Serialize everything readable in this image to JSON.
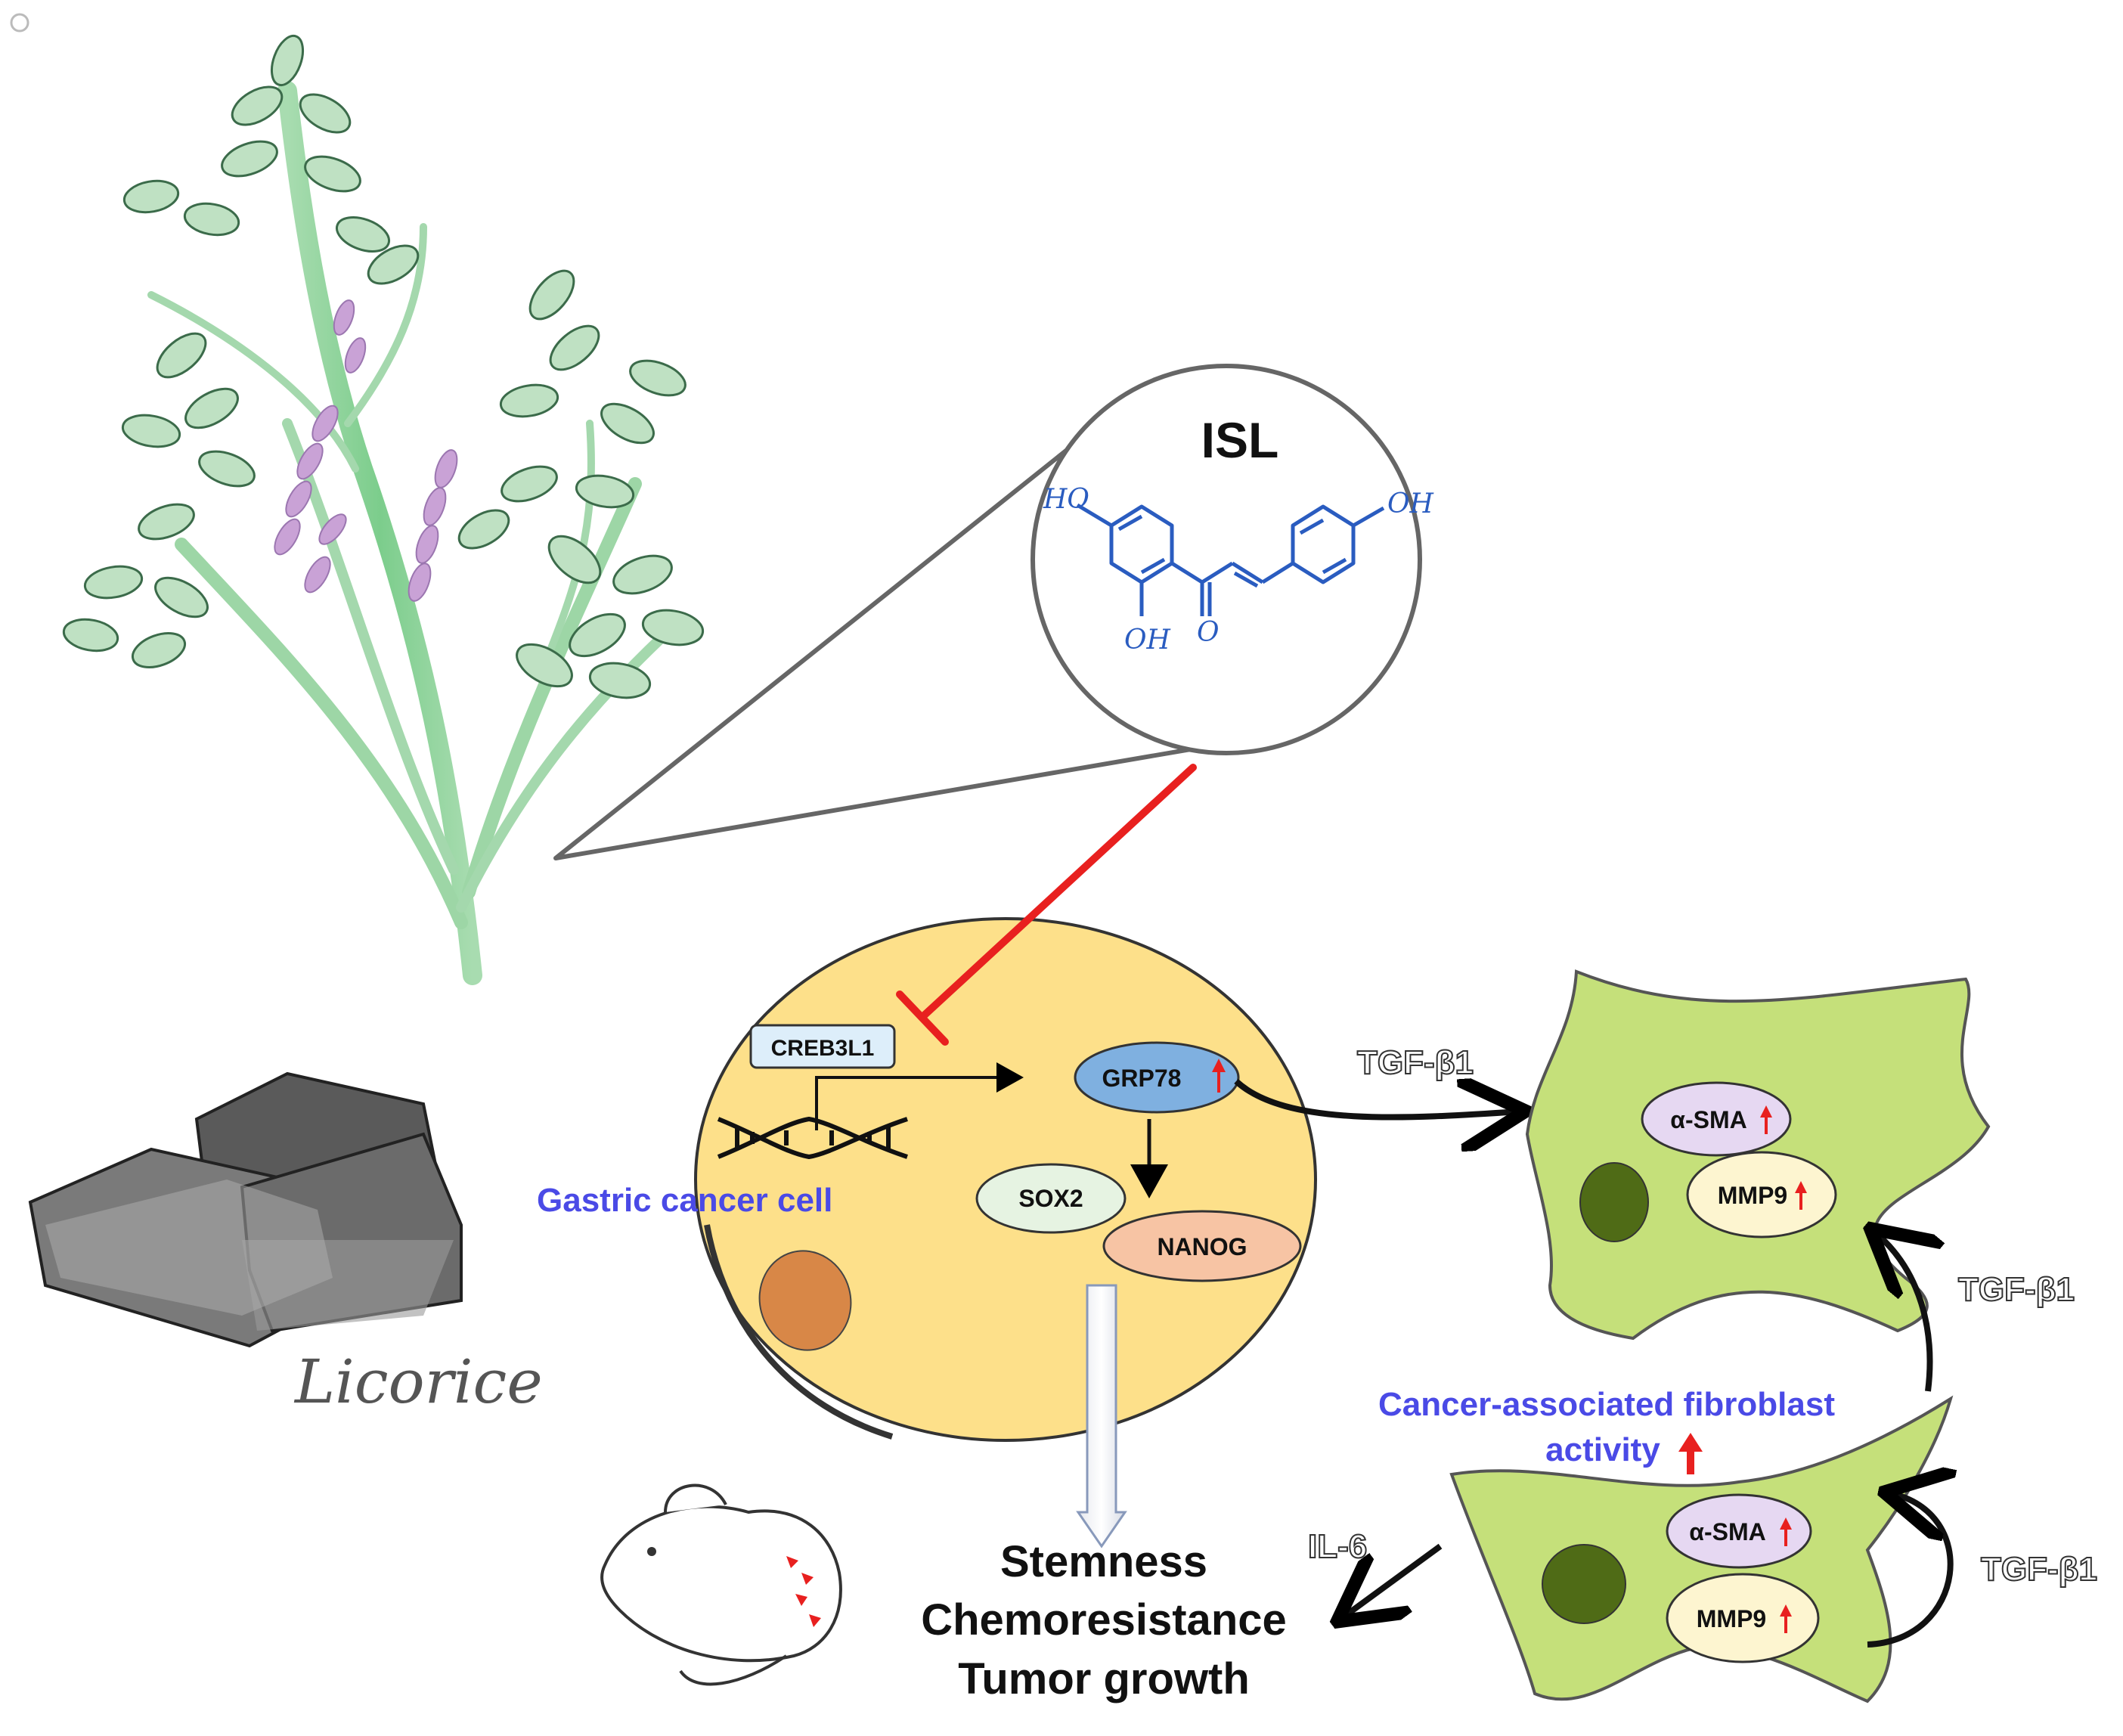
{
  "compound": {
    "name": "ISL",
    "structure_labels": {
      "ho": "HO",
      "oh_bottom": "OH",
      "o": "O",
      "oh_right": "OH"
    }
  },
  "plant": {
    "label": "Licorice"
  },
  "cancer_cell": {
    "label": "Gastric cancer cell",
    "creb3l1": "CREB3L1",
    "grp78": "GRP78",
    "sox2": "SOX2",
    "nanog": "NANOG"
  },
  "signals": {
    "tgf_top": "TGF-β1",
    "tgf_right": "TGF-β1",
    "tgf_bottom": "TGF-β1",
    "il6": "IL-6"
  },
  "fibroblast": {
    "label_line1": "Cancer-associated fibroblast",
    "label_line2": "activity",
    "asma_top": "α-SMA",
    "mmp9_top": "MMP9",
    "asma_bottom": "α-SMA",
    "mmp9_bottom": "MMP9"
  },
  "outcomes": {
    "line1": "Stemness",
    "line2": "Chemoresistance",
    "line3": "Tumor growth"
  },
  "colors": {
    "inhibit": "#e8201f",
    "up_arrow": "#e8201f",
    "cell_fill": "#fde08a",
    "fibro_fill": "#c5e07a",
    "blue_label": "#4a4ae6",
    "structure": "#2a5cc0",
    "grp78_fill": "#7fb0e0"
  }
}
